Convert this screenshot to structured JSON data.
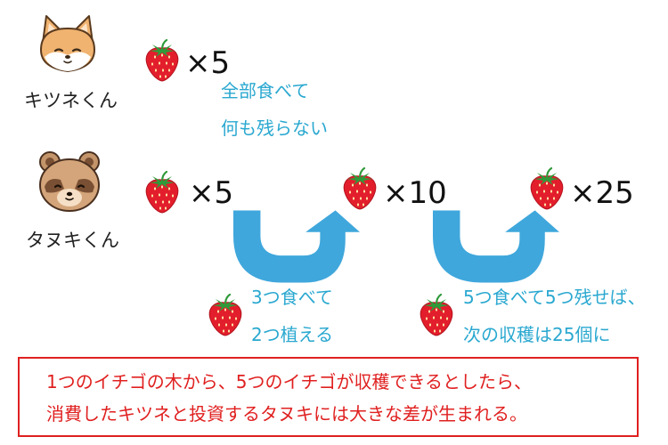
{
  "colors": {
    "accent": "#2aa8d0",
    "arrow": "#3fa7dc",
    "box_border": "#e02020",
    "box_text": "#e02020",
    "strawberry": "#e31e2c",
    "leaf": "#2f9a3a"
  },
  "characters": {
    "fox": {
      "name": "キツネくん",
      "icon": "fox-face-icon",
      "count": "×5"
    },
    "tanuki": {
      "name": "タヌキくん",
      "icon": "tanuki-face-icon",
      "counts": [
        "×5",
        "×10",
        "×25"
      ]
    }
  },
  "notes": {
    "fox_line1": "全部食べて",
    "fox_line2": "何も残らない",
    "step1_line1": "3つ食べて",
    "step1_line2": "2つ植える",
    "step2_line1": "5つ食べて5つ残せば、",
    "step2_line2": "次の収穫は25個に"
  },
  "caption": {
    "line1": "1つのイチゴの木から、5つのイチゴが収穫できるとしたら、",
    "line2": "消費したキツネと投資するタヌキには大きな差が生まれる。"
  }
}
